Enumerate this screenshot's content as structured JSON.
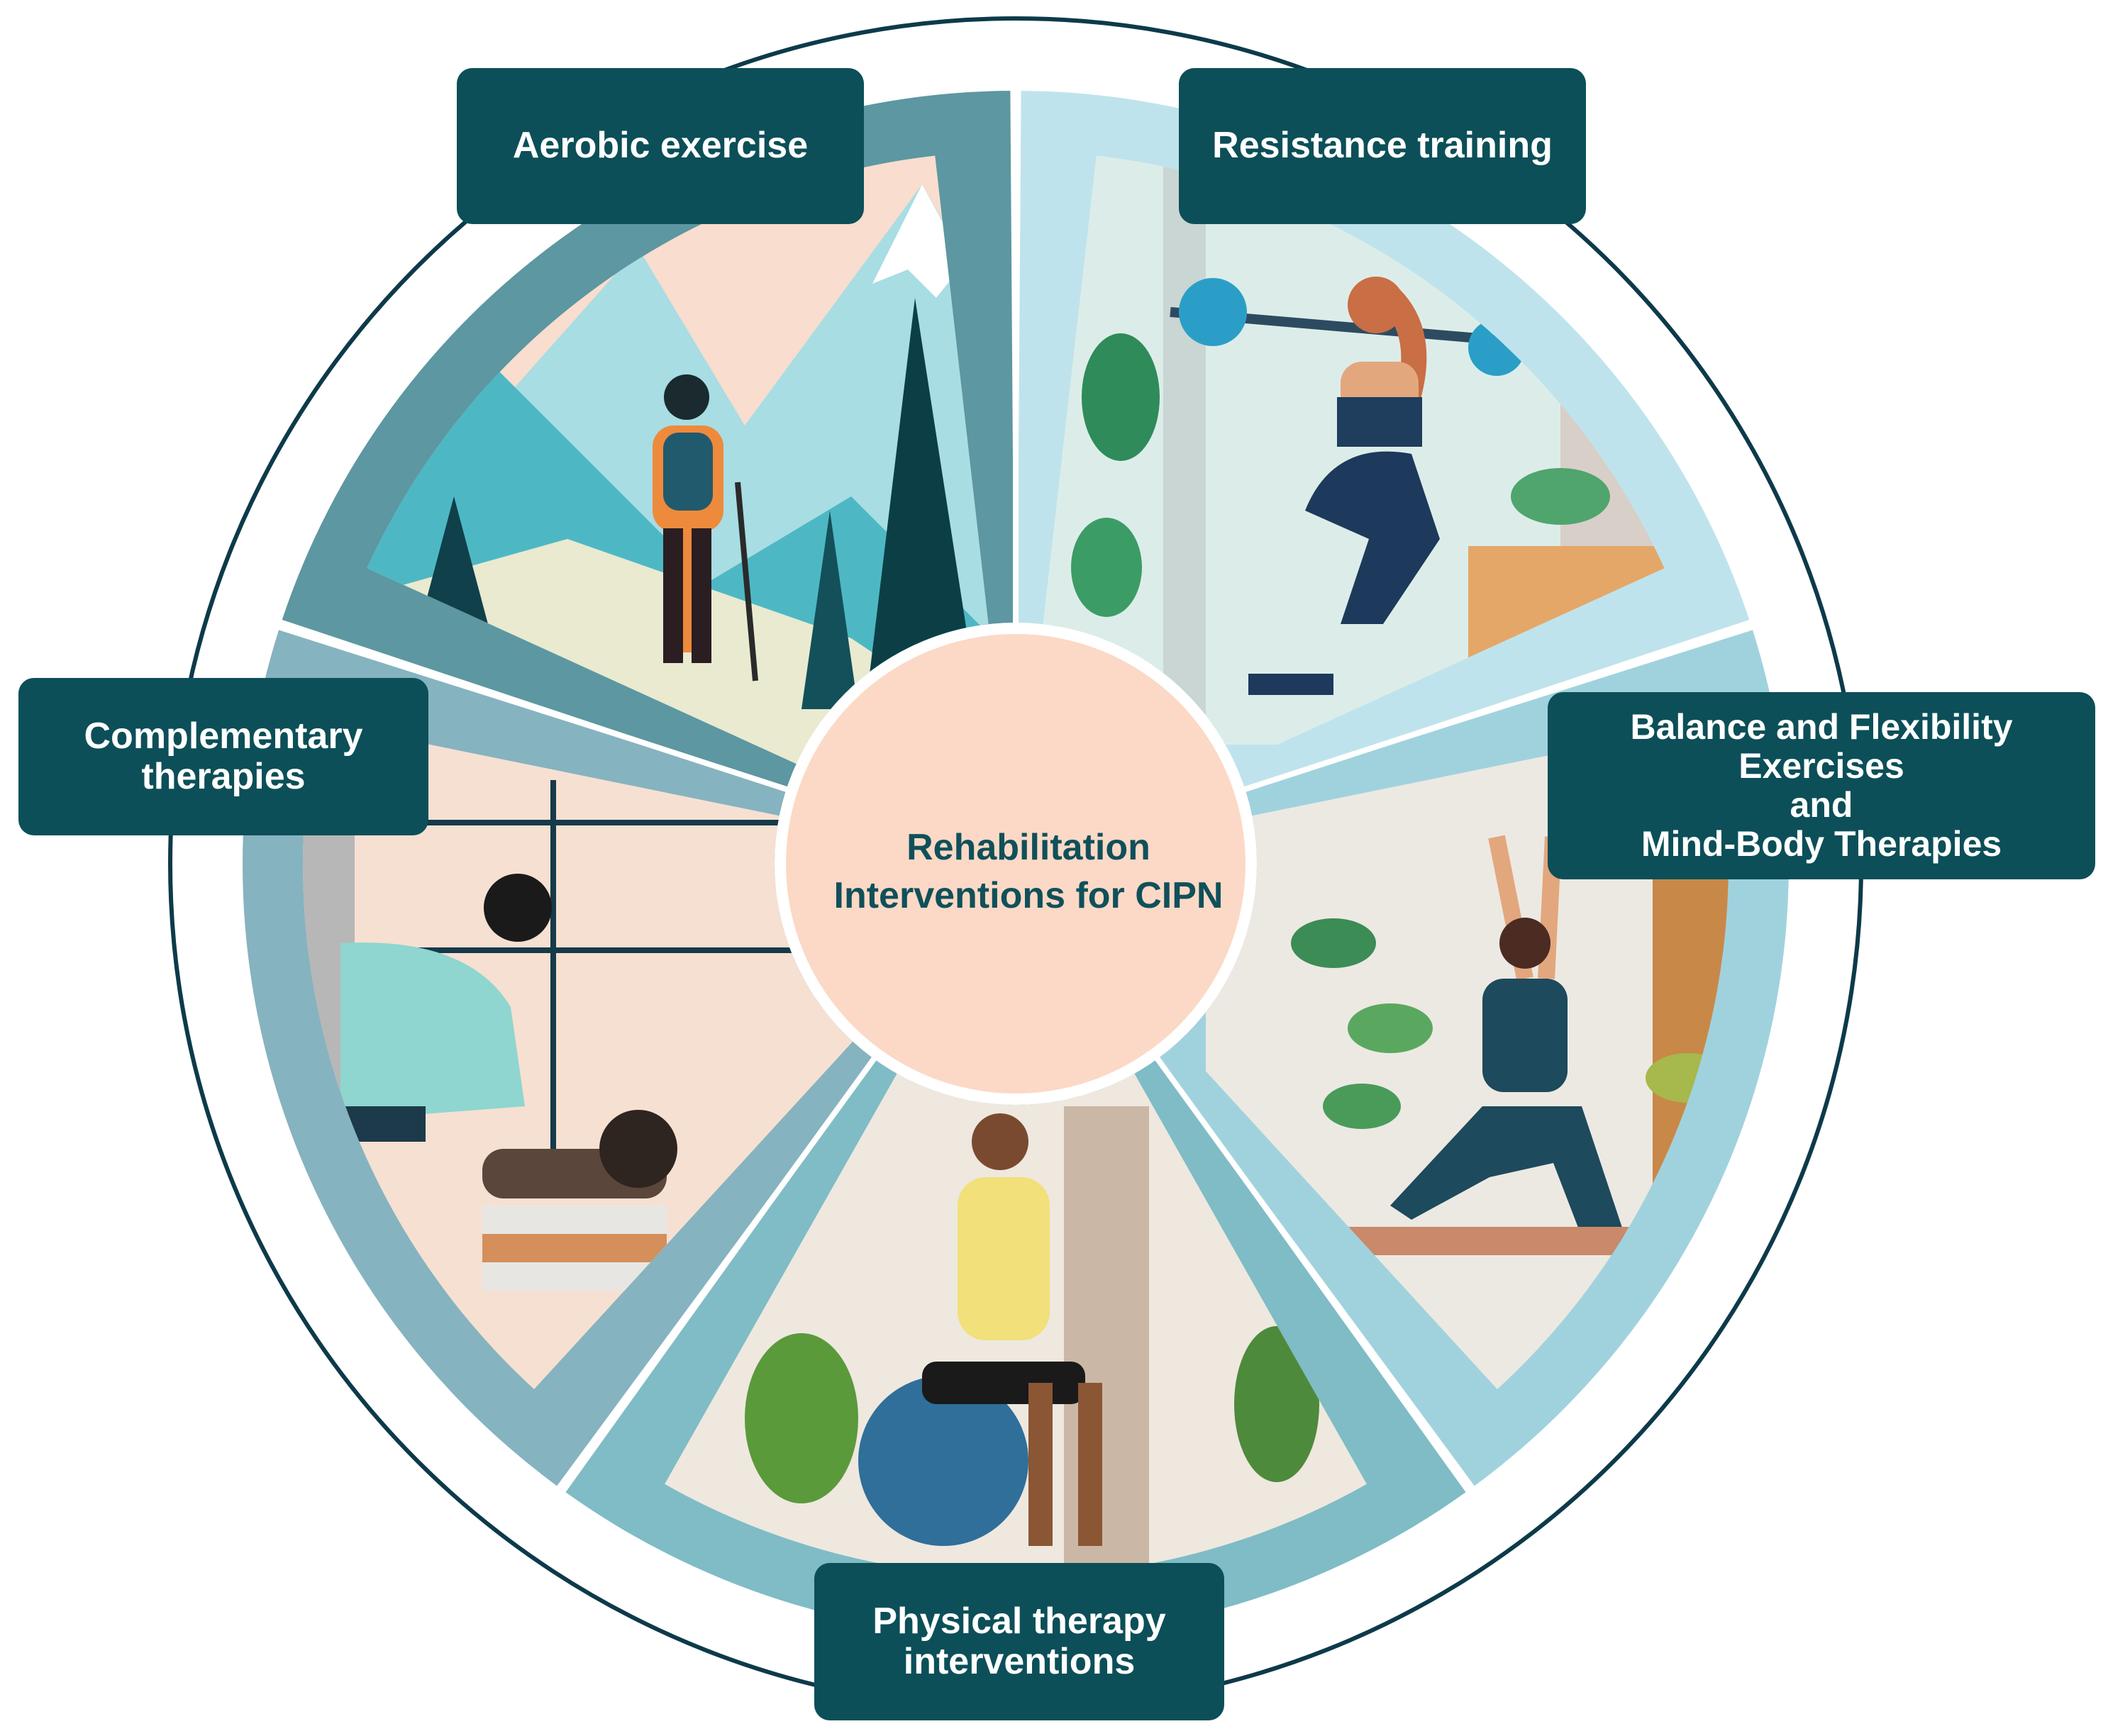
{
  "center": {
    "title_lines": [
      "Rehabilitation",
      "Interventions for CIPN"
    ]
  },
  "interventions": [
    {
      "id": "aerobic",
      "lines": [
        "Aerobic exercise"
      ],
      "scene": "hiker-mountains"
    },
    {
      "id": "resistance",
      "lines": [
        "Resistance training"
      ],
      "scene": "barbell-squat"
    },
    {
      "id": "balance",
      "lines": [
        "Balance and Flexibility",
        "Exercises",
        "and",
        "Mind-Body Therapies"
      ],
      "scene": "yoga-pose"
    },
    {
      "id": "physical",
      "lines": [
        "Physical therapy",
        "interventions"
      ],
      "scene": "exercise-ball"
    },
    {
      "id": "complementary",
      "lines": [
        "Complementary",
        "therapies"
      ],
      "scene": "massage"
    }
  ],
  "colors": {
    "label_bg": "#0c4f58",
    "outer_ring": "#0d3a4a",
    "center_fill": "#fbd9c6",
    "center_text": "#10505a",
    "spoke_aerobic": "#5d97a1",
    "spoke_resistance": "#bfe3ec",
    "spoke_balance": "#a0d2de",
    "spoke_physical": "#7fbcc6",
    "spoke_complementary": "#86b3c0"
  }
}
